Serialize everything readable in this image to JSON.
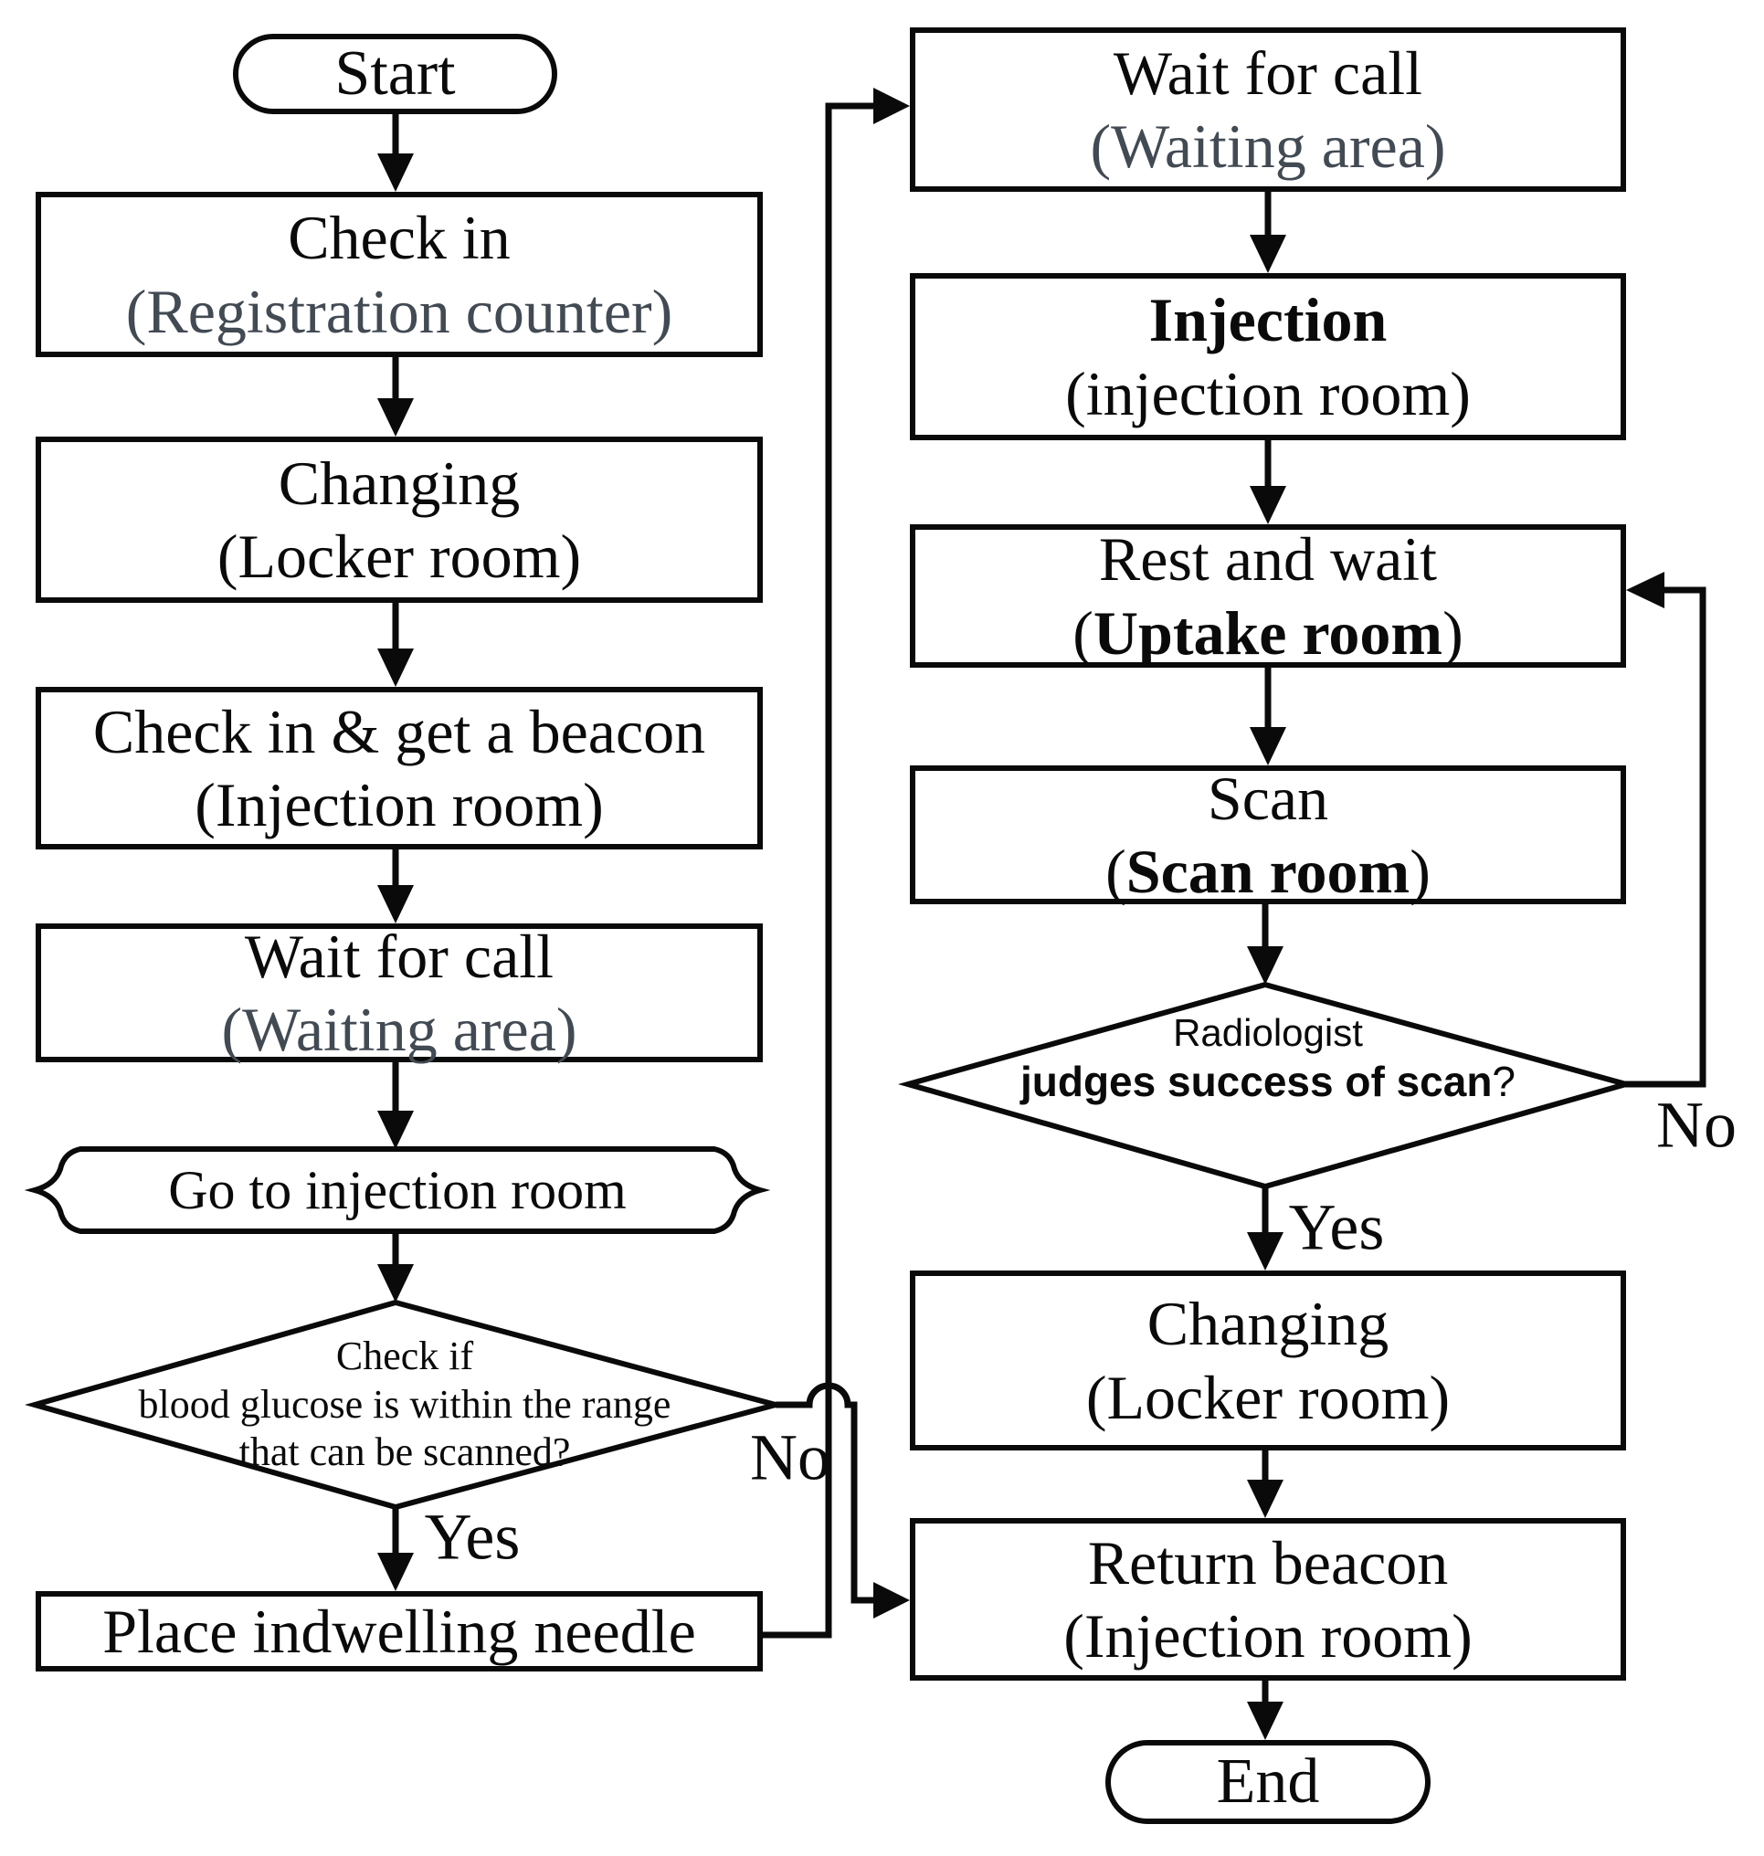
{
  "nodes": {
    "start": {
      "label": "Start"
    },
    "check_in": {
      "label": "Check in",
      "location": "(Registration counter)"
    },
    "changing_1": {
      "label": "Changing",
      "location": "(Locker room)"
    },
    "get_beacon": {
      "label": "Check in & get a beacon",
      "location": "(Injection room)"
    },
    "wait_for_call_1": {
      "label": "Wait for call",
      "location": "(Waiting area)"
    },
    "go_to_injection_room": {
      "label": "Go to injection room"
    },
    "glucose_check": {
      "line1": "Check if",
      "line2": "blood glucose is within the range",
      "line3": "that can be scanned?"
    },
    "place_needle": {
      "label": "Place indwelling needle"
    },
    "wait_for_call_2": {
      "label": "Wait for call",
      "location": "(Waiting area)"
    },
    "injection": {
      "label": "Injection",
      "location": "(injection room)"
    },
    "rest_and_wait": {
      "label": "Rest and wait",
      "location_prefix": "(",
      "location_bold": "Uptake room",
      "location_suffix": ")"
    },
    "scan": {
      "label": "Scan",
      "location_prefix": "(",
      "location_bold": "Scan room",
      "location_suffix": ")"
    },
    "scan_judgement": {
      "line1": "Radiologist",
      "line2_bold": "judges success of scan",
      "line2_mark": "?"
    },
    "changing_2": {
      "label": "Changing",
      "location": "(Locker room)"
    },
    "return_beacon": {
      "label": "Return beacon",
      "location": "(Injection room)"
    },
    "end": {
      "label": "End"
    }
  },
  "edge_labels": {
    "glucose_yes": "Yes",
    "glucose_no": "No",
    "judge_yes": "Yes",
    "judge_no": "No"
  },
  "colors": {
    "ink": "#0a0a0a",
    "muted_text": "#424a53",
    "background": "#ffffff"
  }
}
